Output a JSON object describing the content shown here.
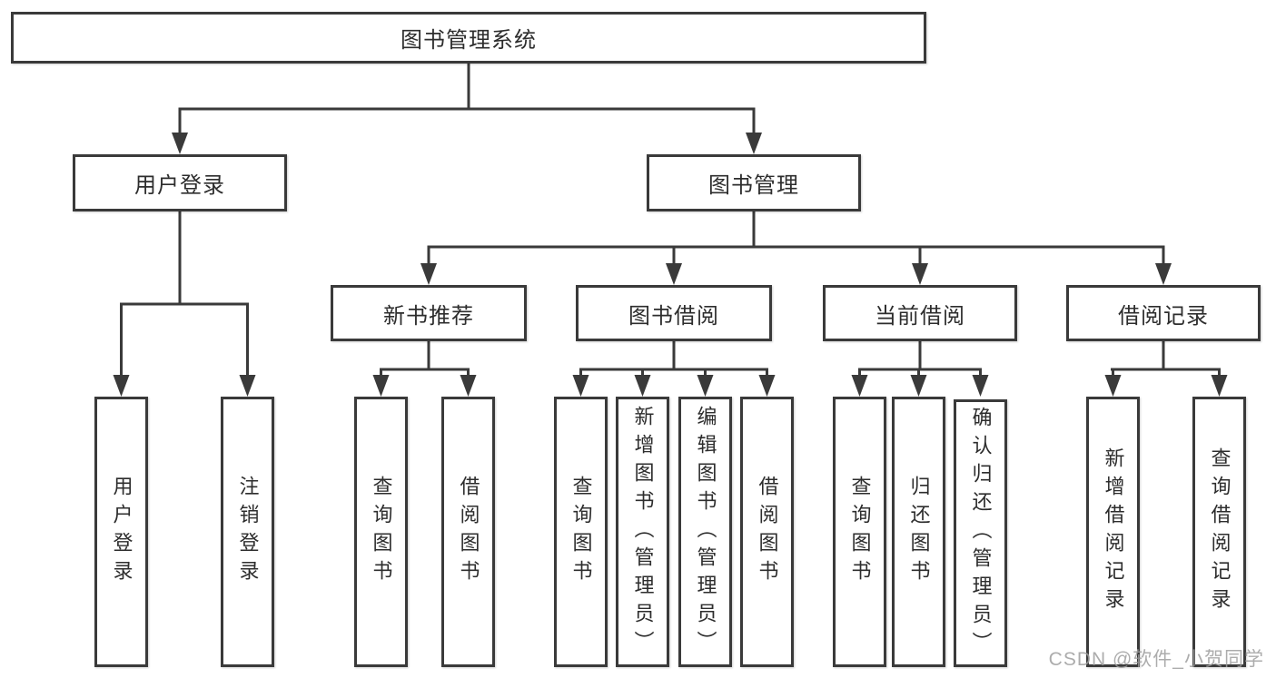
{
  "diagram": {
    "title": "图书管理系统",
    "level2": [
      {
        "label": "用户登录"
      },
      {
        "label": "图书管理"
      }
    ],
    "level3": [
      {
        "label": "新书推荐"
      },
      {
        "label": "图书借阅"
      },
      {
        "label": "当前借阅"
      },
      {
        "label": "借阅记录"
      }
    ],
    "leaves": {
      "user_login": [
        "用户登录",
        "注销登录"
      ],
      "new_book_recommend": [
        "查询图书",
        "借阅图书"
      ],
      "book_borrowing": [
        "查询图书",
        "新增图书（管理员）",
        "编辑图书（管理员）",
        "借阅图书"
      ],
      "current_borrowing": [
        "查询图书",
        "归还图书",
        "确认归还（管理员）"
      ],
      "borrowing_records": [
        "新增借阅记录",
        "查询借阅记录"
      ]
    }
  },
  "watermark": {
    "text": "CSDN @软件_小贺同学"
  },
  "colors": {
    "line": "#3a3a3a",
    "text": "#2d2d2d",
    "watermark": "#9e9e9e",
    "background": "#ffffff"
  }
}
